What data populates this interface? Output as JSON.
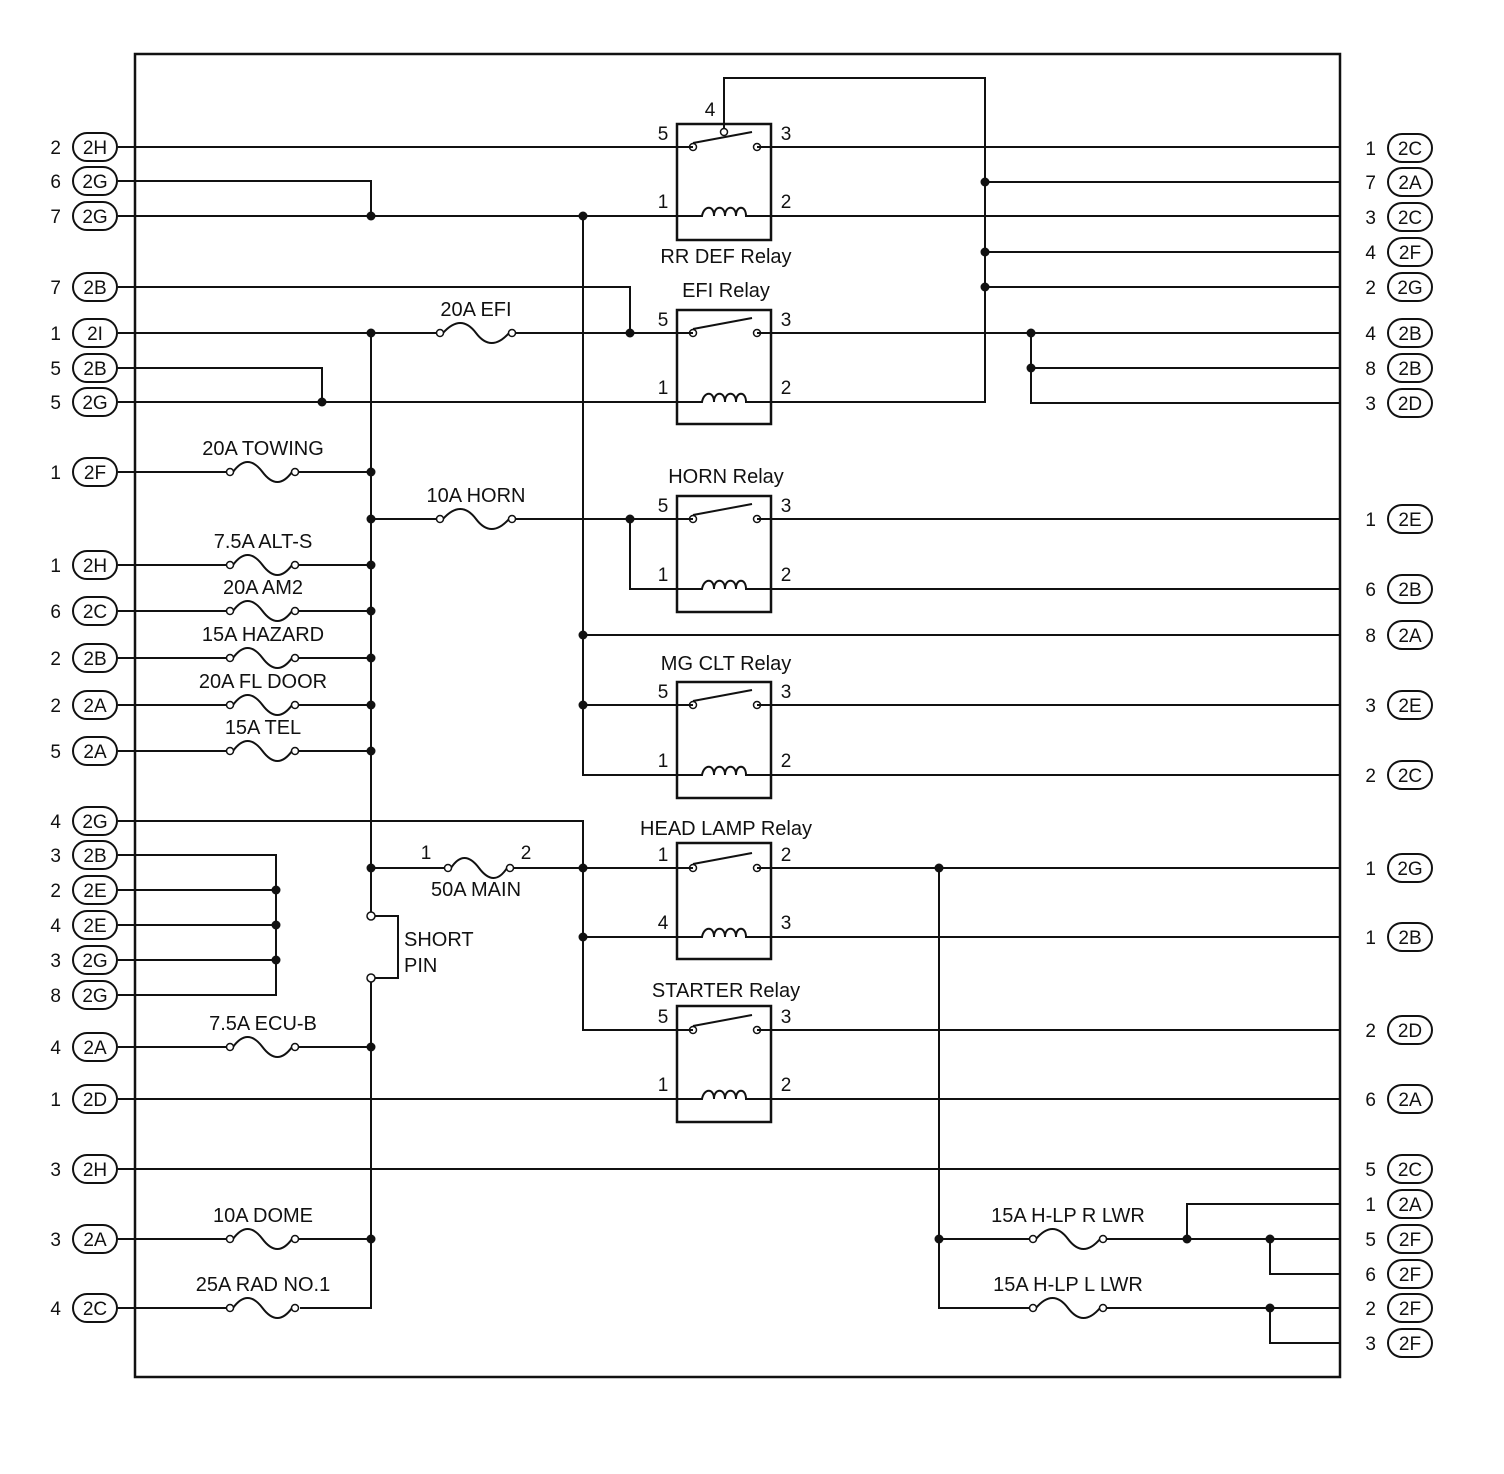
{
  "left_connectors": [
    {
      "pin": "2",
      "conn": "2H"
    },
    {
      "pin": "6",
      "conn": "2G"
    },
    {
      "pin": "7",
      "conn": "2G"
    },
    {
      "pin": "7",
      "conn": "2B"
    },
    {
      "pin": "1",
      "conn": "2I"
    },
    {
      "pin": "5",
      "conn": "2B"
    },
    {
      "pin": "5",
      "conn": "2G"
    },
    {
      "pin": "1",
      "conn": "2F"
    },
    {
      "pin": "1",
      "conn": "2H"
    },
    {
      "pin": "6",
      "conn": "2C"
    },
    {
      "pin": "2",
      "conn": "2B"
    },
    {
      "pin": "2",
      "conn": "2A"
    },
    {
      "pin": "5",
      "conn": "2A"
    },
    {
      "pin": "4",
      "conn": "2G"
    },
    {
      "pin": "3",
      "conn": "2B"
    },
    {
      "pin": "2",
      "conn": "2E"
    },
    {
      "pin": "4",
      "conn": "2E"
    },
    {
      "pin": "3",
      "conn": "2G"
    },
    {
      "pin": "8",
      "conn": "2G"
    },
    {
      "pin": "4",
      "conn": "2A"
    },
    {
      "pin": "1",
      "conn": "2D"
    },
    {
      "pin": "3",
      "conn": "2H"
    },
    {
      "pin": "3",
      "conn": "2A"
    },
    {
      "pin": "4",
      "conn": "2C"
    }
  ],
  "right_connectors": [
    {
      "pin": "1",
      "conn": "2C"
    },
    {
      "pin": "7",
      "conn": "2A"
    },
    {
      "pin": "3",
      "conn": "2C"
    },
    {
      "pin": "4",
      "conn": "2F"
    },
    {
      "pin": "2",
      "conn": "2G"
    },
    {
      "pin": "4",
      "conn": "2B"
    },
    {
      "pin": "8",
      "conn": "2B"
    },
    {
      "pin": "3",
      "conn": "2D"
    },
    {
      "pin": "1",
      "conn": "2E"
    },
    {
      "pin": "6",
      "conn": "2B"
    },
    {
      "pin": "8",
      "conn": "2A"
    },
    {
      "pin": "3",
      "conn": "2E"
    },
    {
      "pin": "2",
      "conn": "2C"
    },
    {
      "pin": "1",
      "conn": "2G"
    },
    {
      "pin": "1",
      "conn": "2B"
    },
    {
      "pin": "2",
      "conn": "2D"
    },
    {
      "pin": "6",
      "conn": "2A"
    },
    {
      "pin": "5",
      "conn": "2C"
    },
    {
      "pin": "1",
      "conn": "2A"
    },
    {
      "pin": "5",
      "conn": "2F"
    },
    {
      "pin": "6",
      "conn": "2F"
    },
    {
      "pin": "2",
      "conn": "2F"
    },
    {
      "pin": "3",
      "conn": "2F"
    }
  ],
  "fuses": [
    {
      "label": "20A EFI"
    },
    {
      "label": "20A TOWING"
    },
    {
      "label": "10A HORN"
    },
    {
      "label": "7.5A ALT-S"
    },
    {
      "label": "20A AM2"
    },
    {
      "label": "15A HAZARD"
    },
    {
      "label": "20A FL DOOR"
    },
    {
      "label": "15A TEL"
    },
    {
      "label": "50A MAIN"
    },
    {
      "label": "7.5A ECU-B"
    },
    {
      "label": "10A DOME"
    },
    {
      "label": "25A RAD NO.1"
    },
    {
      "label": "15A H-LP R LWR"
    },
    {
      "label": "15A H-LP L LWR"
    }
  ],
  "main_fuse_terminals": [
    "1",
    "2"
  ],
  "relays": [
    {
      "label": "RR DEF Relay",
      "pins": [
        "5",
        "3",
        "1",
        "2",
        "4"
      ]
    },
    {
      "label": "EFI Relay",
      "pins": [
        "5",
        "3",
        "1",
        "2"
      ]
    },
    {
      "label": "HORN Relay",
      "pins": [
        "5",
        "3",
        "1",
        "2"
      ]
    },
    {
      "label": "MG CLT Relay",
      "pins": [
        "5",
        "3",
        "1",
        "2"
      ]
    },
    {
      "label": "HEAD LAMP Relay",
      "pins": [
        "1",
        "2",
        "4",
        "3"
      ]
    },
    {
      "label": "STARTER Relay",
      "pins": [
        "5",
        "3",
        "1",
        "2"
      ]
    }
  ],
  "short_pin": {
    "line1": "SHORT",
    "line2": "PIN"
  }
}
